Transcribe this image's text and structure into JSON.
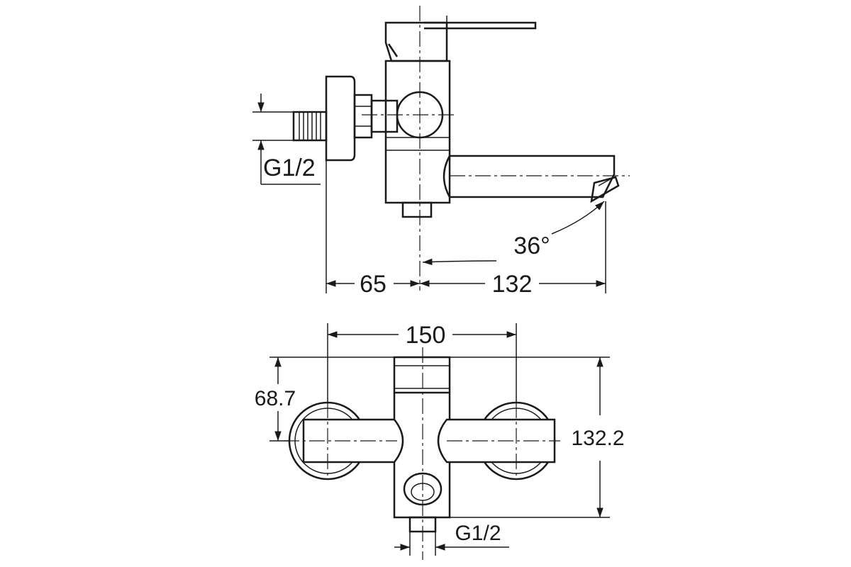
{
  "side_view": {
    "thread_label": "G1/2",
    "dim_left": "65",
    "dim_right": "132",
    "angle": "36°"
  },
  "top_view": {
    "dim_width": "150",
    "dim_half_depth": "68.7",
    "dim_depth": "132.2",
    "thread_label": "G1/2"
  }
}
